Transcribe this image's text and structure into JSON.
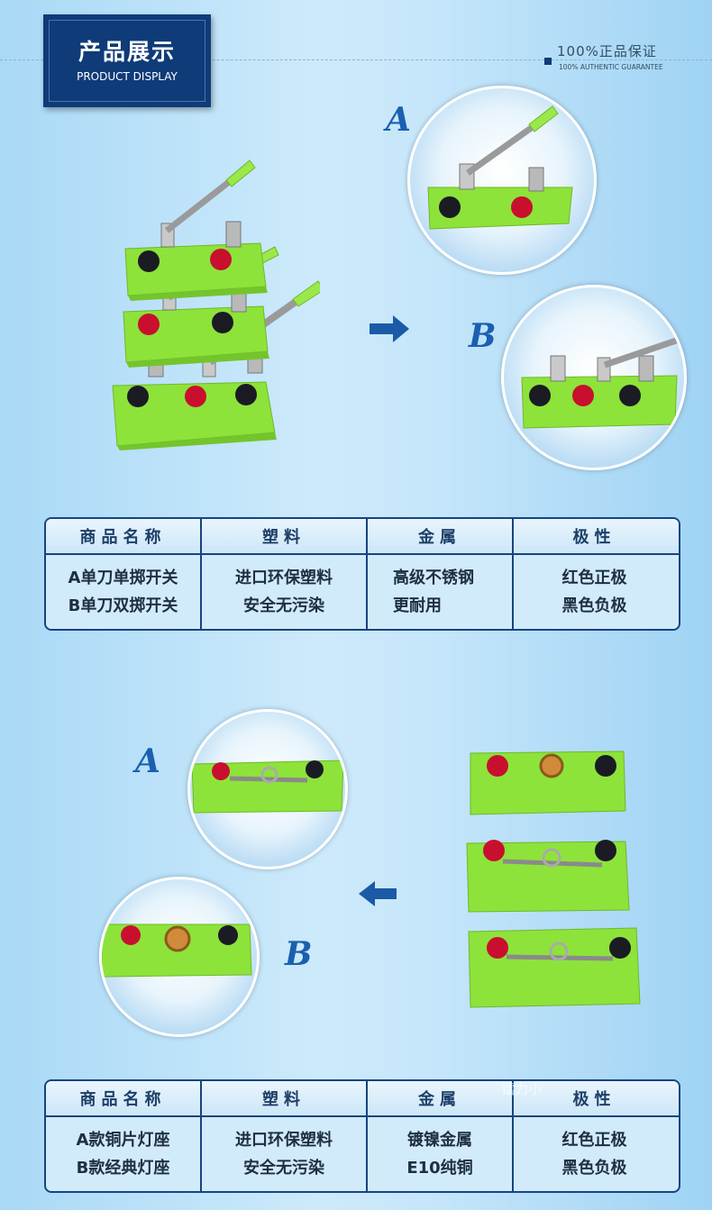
{
  "header": {
    "title": "产品展示",
    "subtitle": "PRODUCT DISPLAY",
    "guarantee_cn": "100%正品保证",
    "guarantee_en": "100% AUTHENTIC GUARANTEE"
  },
  "section1": {
    "label_a": "A",
    "label_b": "B",
    "table": {
      "headers": [
        "商品名称",
        "塑料",
        "金属",
        "极性"
      ],
      "col1": [
        "A单刀单掷开关",
        "B单刀双掷开关"
      ],
      "col2": [
        "进口环保塑料",
        "安全无污染"
      ],
      "col3": [
        "高级不锈钢",
        "更耐用"
      ],
      "col4": [
        "红色正极",
        "黑色负极"
      ]
    }
  },
  "section2": {
    "label_a": "A",
    "label_b": "B",
    "table": {
      "headers": [
        "商品名称",
        "塑料",
        "金属",
        "极性"
      ],
      "col1": [
        "A款铜片灯座",
        "B款经典灯座"
      ],
      "col2": [
        "进口环保塑料",
        "安全无污染"
      ],
      "col3": [
        "镀镍金属",
        "E10纯铜"
      ],
      "col4": [
        "红色正极",
        "黑色负极"
      ]
    },
    "watermark": "镭力小"
  },
  "colors": {
    "navy": "#0f3b78",
    "base_green": "#8de33a",
    "terminal_red": "#c8102e",
    "terminal_black": "#1b1b24",
    "accent_blue": "#1a5fb0"
  }
}
